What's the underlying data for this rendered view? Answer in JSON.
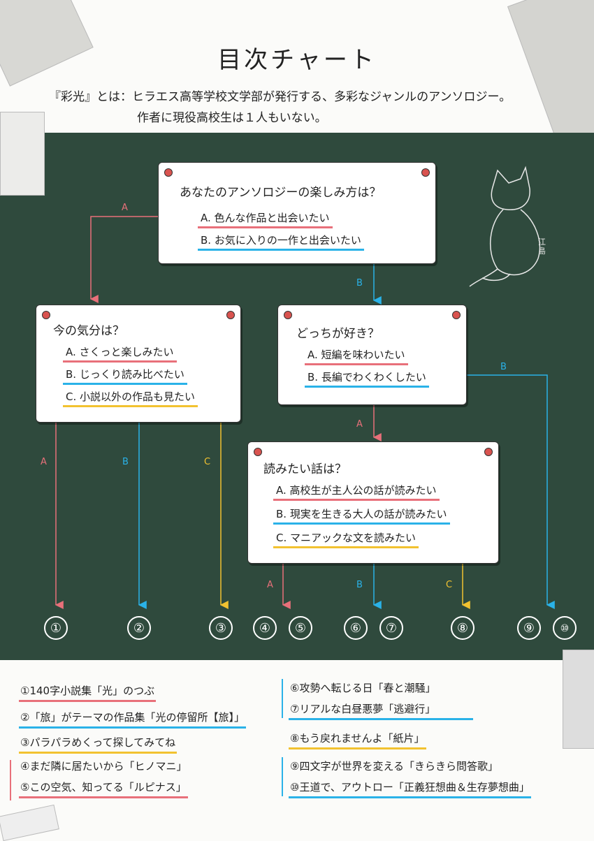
{
  "header": {
    "title": "目次チャート",
    "intro_line1": "『彩光』とは：ヒラエス高等学校文学部が発行する、多彩なジャンルのアンソロジー。",
    "intro_line2": "作者に現役高校生は１人もいない。"
  },
  "cards": {
    "q1": {
      "question": "あなたのアンソロジーの楽しみ方は？",
      "a": "A. 色んな作品と出会いたい",
      "b": "B. お気に入りの一作と出会いたい"
    },
    "q2": {
      "question": "今の気分は？",
      "a": "A. さくっと楽しみたい",
      "b": "B. じっくり読み比べたい",
      "c": "C. 小説以外の作品も見たい"
    },
    "q3": {
      "question": "どっちが好き？",
      "a": "A. 短編を味わいたい",
      "b": "B. 長編でわくわくしたい"
    },
    "q4": {
      "question": "読みたい話は？",
      "a": "A. 高校生が主人公の話が読みたい",
      "b": "B. 現実を生きる大人の話が読みたい",
      "c": "C. マニアックな文を読みたい"
    }
  },
  "labels": {
    "a": "A",
    "b": "B",
    "c": "C"
  },
  "numbers": [
    "①",
    "②",
    "③",
    "④",
    "⑤",
    "⑥",
    "⑦",
    "⑧",
    "⑨",
    "⑩"
  ],
  "signature": "江島",
  "legend": {
    "l1": "①140字小説集「光」のつぶ",
    "l2": "②「旅」がテーマの作品集「光の停留所【旅】」",
    "l3": "③パラパラめくって探してみてね",
    "l4": "④まだ隣に居たいから「ヒノマニ」",
    "l5": "⑤この空気、知ってる「ルピナス」",
    "l6": "⑥攻勢へ転じる日「春と潮騒」",
    "l7": "⑦リアルな白昼悪夢「逃避行」",
    "l8": "⑧もう戻れませんよ「紙片」",
    "l9": "⑨四文字が世界を変える「きらきら問答歌」",
    "l10": "⑩王道で、アウトロー「正義狂想曲＆生存夢想曲」"
  },
  "colors": {
    "board": "#2f4a3d",
    "red": "#e8707a",
    "blue": "#2ab2e8",
    "yellow": "#f2c230"
  }
}
